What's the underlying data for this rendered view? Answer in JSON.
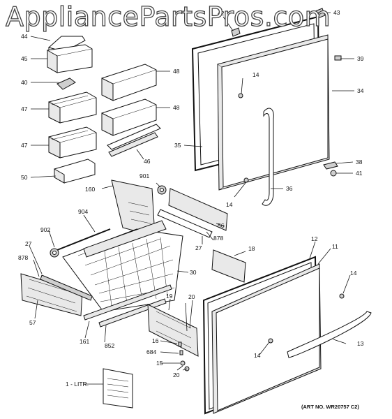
{
  "watermark": "AppliancePartsPros.com",
  "art_number": "(ART NO. WR20757 C2)",
  "callouts": {
    "c44": "44",
    "c45": "45",
    "c40": "40",
    "c47a": "47",
    "c47b": "47",
    "c50": "50",
    "c48a": "48",
    "c48b": "48",
    "c46": "46",
    "c42": "42",
    "c43": "43",
    "c39": "39",
    "c14a": "14",
    "c34": "34",
    "c35": "35",
    "c14b": "14",
    "c36": "36",
    "c38": "38",
    "c41": "41",
    "c160": "160",
    "c901": "901",
    "c904": "904",
    "c56": "56",
    "c902": "902",
    "c27a": "27",
    "c27b": "27",
    "c878a": "878",
    "c878b": "878",
    "c30": "30",
    "c57": "57",
    "c161": "161",
    "c852": "852",
    "c18": "18",
    "c12": "12",
    "c11": "11",
    "c14c": "14",
    "c19": "19",
    "c20a": "20",
    "c16": "16",
    "c684": "684",
    "c15": "15",
    "c20b": "20",
    "c14d": "14",
    "c13": "13",
    "c1litr": "1 - LITR."
  }
}
